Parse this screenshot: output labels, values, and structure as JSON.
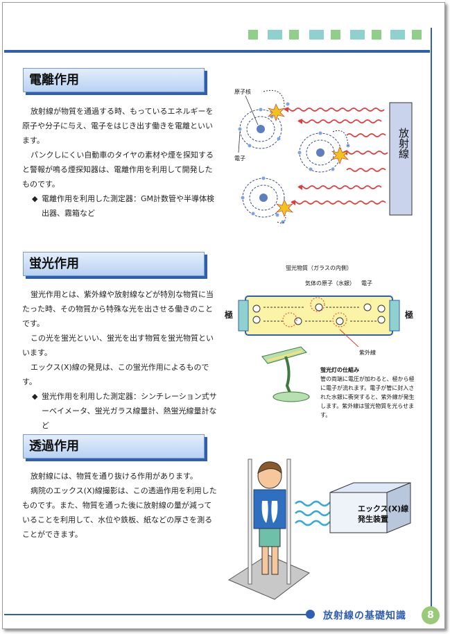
{
  "sections": [
    {
      "title": "電離作用",
      "paragraphs": [
        "放射線が物質を通過する時、もっているエネルギーを原子や分子に与え、電子をはじき出す働きを電離といいます。",
        "パンクしにくい自動車のタイヤの素材や煙を探知すると警報が鳴る煙探知器は、電離作用を利用して開発したものです。"
      ],
      "bullet_mark": "◆",
      "bullet": "電離作用を利用した測定器：GM計数管や半導体検出器、霧箱など"
    },
    {
      "title": "蛍光作用",
      "paragraphs": [
        "蛍光作用とは、紫外線や放射線などが特別な物質に当たった時、その物質から特殊な光を出させる働きのことです。",
        "この光を蛍光といい、蛍光を出す物質を蛍光物質といいます。",
        "エックス(X)線の発見は、この蛍光作用によるものです。"
      ],
      "bullet_mark": "◆",
      "bullet": "蛍光作用を利用した測定器：シンチレーション式サーベイメータ、蛍光ガラス線量計、熱蛍光線量計など"
    },
    {
      "title": "透過作用",
      "paragraphs": [
        "放射線には、物質を通り抜ける作用があります。",
        "病院のエックス(X)線撮影は、この透過作用を利用したものです。また、物質を通った後に放射線の量が減っていることを利用して、水位や鉄板、紙などの厚さを測ることができます。"
      ]
    }
  ],
  "ionization_figure": {
    "nucleus_label": "原子核",
    "electron_label": "電子",
    "radiation_label": "放射線"
  },
  "fluorescence_figure": {
    "phosphor_label": "蛍光物質（ガラスの内側）",
    "gas_atom_label": "気体の原子（水銀）",
    "electron_label": "電子",
    "electrode_label": "極",
    "uv_label": "紫外線",
    "caption_title": "蛍光灯の仕組み",
    "caption_text": "管の両端に電圧が加わると、極から極に電子が流れます。電子が管に封入された水銀に衝突すると、紫外線が発生します。紫外線は蛍光物質を光らせます。"
  },
  "xray_figure": {
    "machine_label": "エックス(X)線発生装置"
  },
  "footer": {
    "title": "放射線の基礎知識",
    "page_number": "8"
  },
  "colors": {
    "accent_blue": "#2f5fb0",
    "deco_green": "#8fcf8a",
    "deco_teal": "#8fd1cf",
    "title_bg": "#c6dbf5",
    "wave_red": "#e23b3b",
    "page_green": "#9ac97a"
  }
}
